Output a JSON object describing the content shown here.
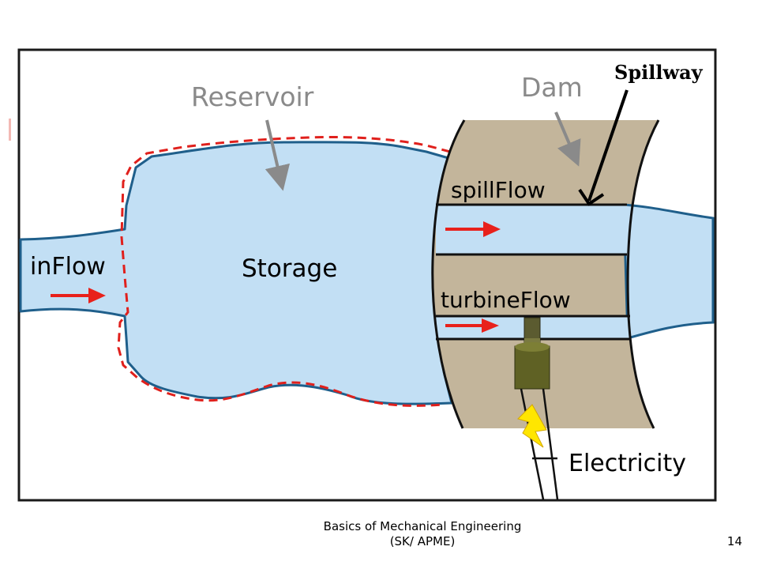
{
  "diagram": {
    "labels": {
      "reservoir": "Reservoir",
      "dam": "Dam",
      "spillway": "Spillway",
      "spill_flow": "spillFlow",
      "storage": "Storage",
      "inflow": "inFlow",
      "turbine_flow": "turbineFlow",
      "electricity": "Electricity"
    },
    "colors": {
      "water": "#c2dff4",
      "water_outline": "#1f5f8b",
      "dam": "#c3b59b",
      "boundary_dash": "#e0201c",
      "flow_arrow": "#e8211b",
      "pointer_arrow": "#8a8a8a",
      "generator": "#5a5a22",
      "bolt": "#ffe600"
    },
    "icons": [
      "flow-arrow-icon",
      "pointer-arrow-icon",
      "generator-icon",
      "lightning-bolt-icon"
    ]
  },
  "footer": {
    "line1": "Basics of Mechanical Engineering",
    "line2": "(SK/ APME)",
    "page_number": "14"
  }
}
